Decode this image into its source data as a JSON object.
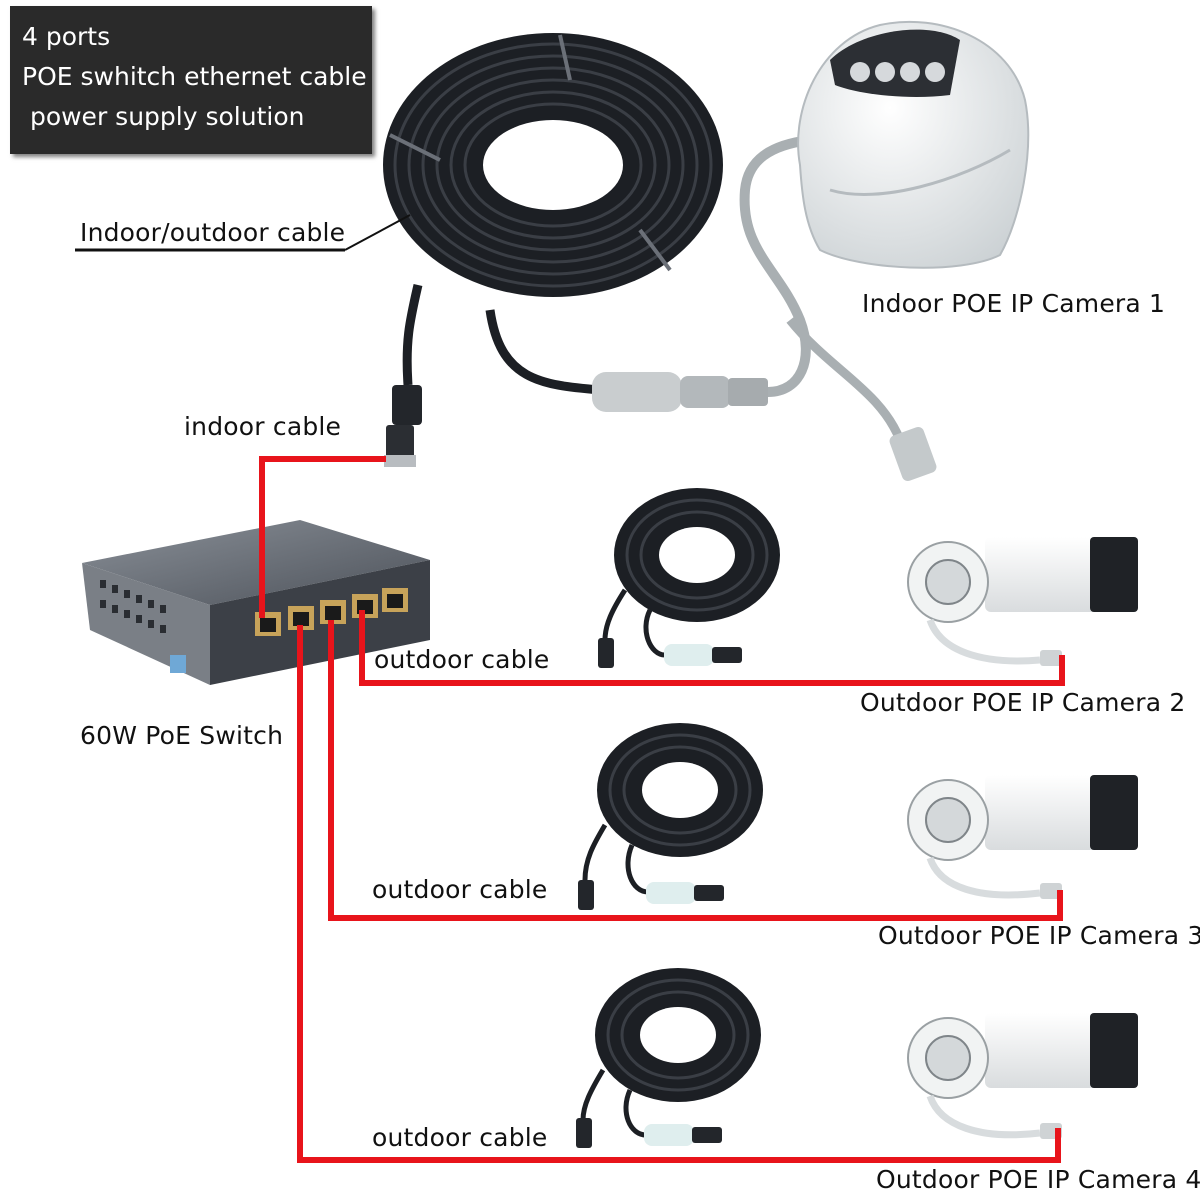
{
  "title": {
    "line1": "4 ports",
    "line2": "POE swhitch ethernet cable",
    "line3": " power supply solution"
  },
  "labels": {
    "indoor_outdoor_cable": "Indoor/outdoor cable",
    "indoor_cable": "indoor cable",
    "switch": "60W PoE Switch",
    "camera1": "Indoor POE IP Camera 1",
    "camera2": "Outdoor POE IP Camera 2",
    "camera3": "Outdoor POE IP Camera 3",
    "camera4": "Outdoor POE IP Camera 4",
    "outdoor_cable_2": "outdoor cable",
    "outdoor_cable_3": "outdoor cable",
    "outdoor_cable_4": "outdoor cable"
  },
  "colors": {
    "connection_line": "#e8141b",
    "cable": "#1e2126",
    "switch_body": "#5a5f66",
    "camera_body": "#f1f3f3",
    "title_box": "#2a2a2a"
  },
  "icons": [
    "poe-switch-icon",
    "dome-camera-icon",
    "bullet-camera-icon",
    "cable-coil-icon",
    "rj45-plug-icon"
  ]
}
